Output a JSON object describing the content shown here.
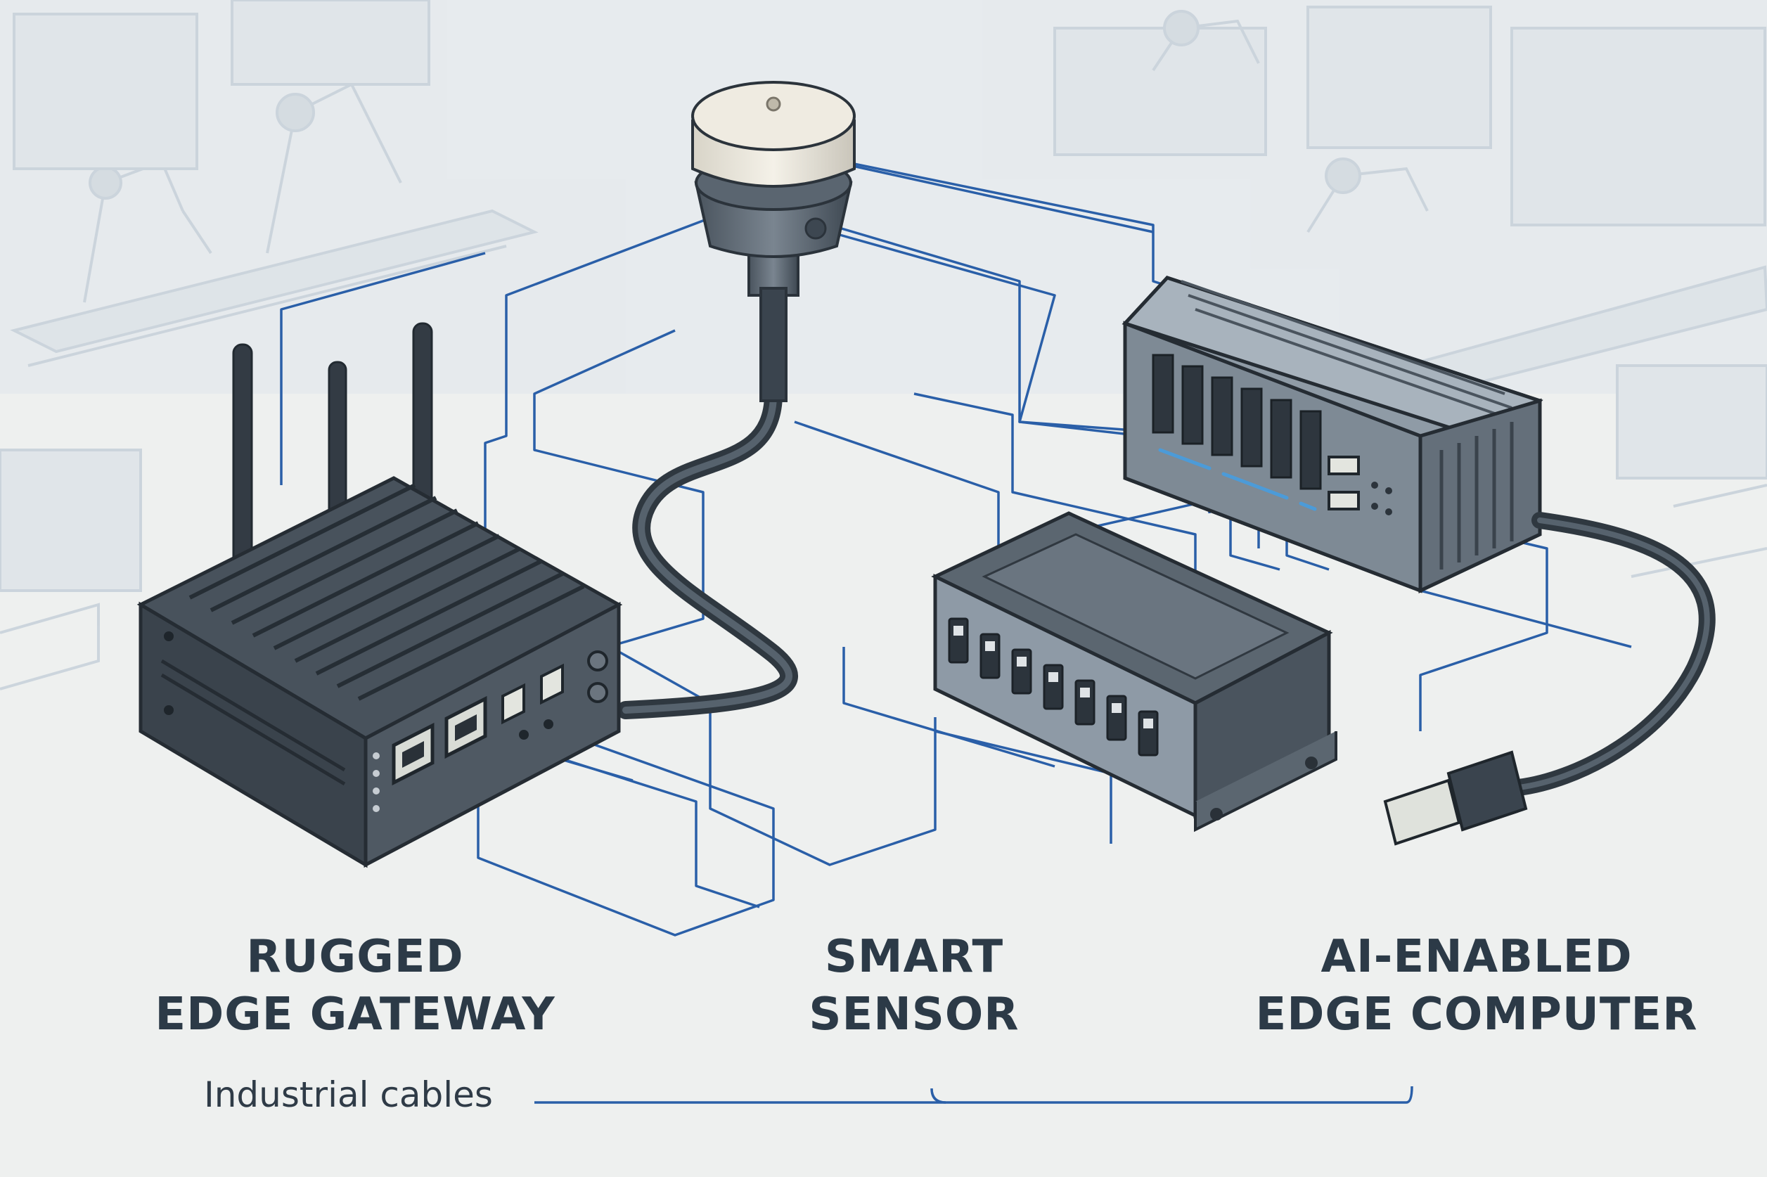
{
  "devices": {
    "gateway": {
      "line1": "RUGGED",
      "line2": "EDGE GATEWAY"
    },
    "sensor": {
      "line1": "SMART",
      "line2": "SENSOR"
    },
    "computer": {
      "line1": "AI-ENABLED",
      "line2": "EDGE COMPUTER"
    }
  },
  "caption": {
    "cables": "Industrial cables"
  },
  "colors": {
    "background": "#eef0ef",
    "factory_sketch": "#c8d1da",
    "network_line": "#2a5fa8",
    "device_dark": "#3a444f",
    "device_grey": "#8e9aa6",
    "label_text": "#2c3a47"
  }
}
